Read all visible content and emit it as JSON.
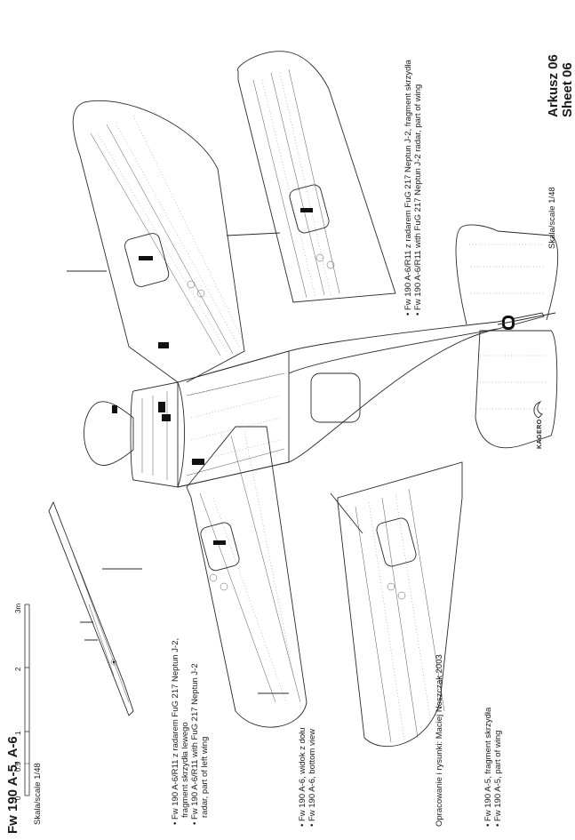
{
  "sheet": {
    "title_pl": "Arkusz 06",
    "title_en": "Sheet 06",
    "scale_right": "Skala/scale 1/48",
    "aircraft": "Fw 190 A-5, A-6",
    "scale_left": "Skala/scale 1/48",
    "author": "Opracowanie i rysunki: Maciej Noszczak 2003",
    "publisher": "KAGERO"
  },
  "scale_bar": {
    "ticks": [
      "0",
      "0.5",
      "1",
      "2",
      "3m"
    ]
  },
  "captions": {
    "left_wing_radar": {
      "pl": "Fw 190 A-6/R11 z radarem FuG 217 Neptun J-2,",
      "pl2": "fragment skrzydła lewego",
      "en": "Fw 190 A-6/R11 with FuG 217 Neptun J-2",
      "en2": "radar, part of left wing"
    },
    "bottom_view": {
      "pl": "Fw 190 A-6, widok z dołu",
      "en": "Fw 190 A-6, bottom view"
    },
    "wing_a5": {
      "pl": "Fw 190 A-5, fragment skrzydła",
      "en": "Fw 190 A-5, part of wing"
    },
    "right_wing_radar": {
      "pl": "Fw 190 A-6/R11 z radarem FuG 217 Neptun J-2, fragment skrzydła",
      "en": "Fw 190 A-6/R11 with FuG 217 Neptun J-2 radar, part of wing"
    }
  }
}
